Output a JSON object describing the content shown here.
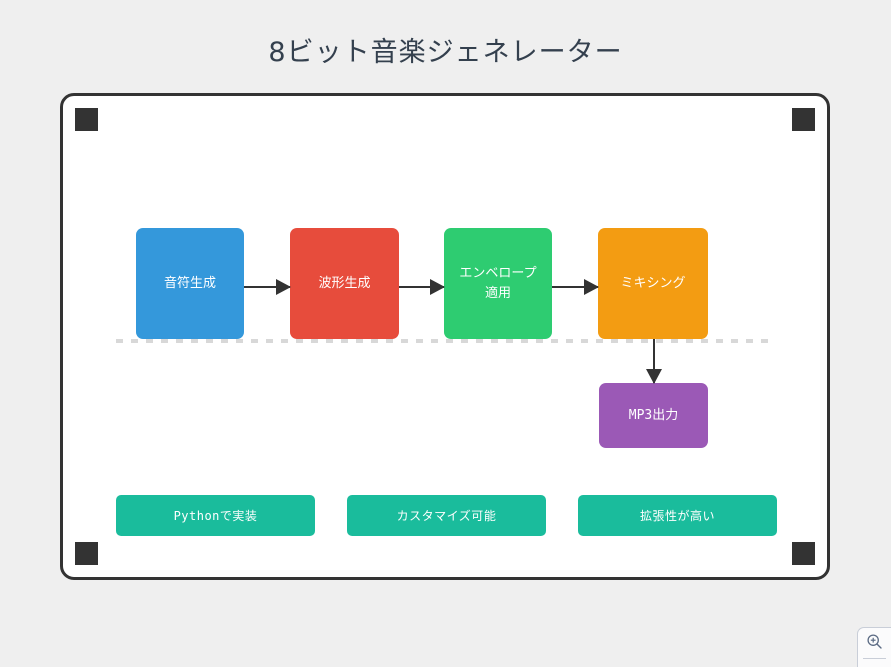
{
  "page": {
    "title": "8ビット音楽ジェネレーター",
    "background_color": "#efefef"
  },
  "diagram": {
    "frame": {
      "border_color": "#333333",
      "background_color": "#ffffff",
      "corner_markers": [
        "corner-marker-top-left",
        "corner-marker-top-right",
        "corner-marker-bottom-left",
        "corner-marker-bottom-right"
      ]
    },
    "baseline": {
      "style": "dotted",
      "color": "#d8d8d8"
    },
    "pipeline": [
      {
        "id": "note-generation",
        "label": "音符生成",
        "color": "#3498db"
      },
      {
        "id": "waveform-generation",
        "label": "波形生成",
        "color": "#e74c3c"
      },
      {
        "id": "envelope-apply",
        "label": "エンベロープ\n適用",
        "color": "#2ecc71"
      },
      {
        "id": "mixing",
        "label": "ミキシング",
        "color": "#f39c12"
      }
    ],
    "output": {
      "id": "mp3-output",
      "label": "MP3出力",
      "color": "#9b59b6"
    },
    "arrows": [
      {
        "from": "note-generation",
        "to": "waveform-generation",
        "direction": "right"
      },
      {
        "from": "waveform-generation",
        "to": "envelope-apply",
        "direction": "right"
      },
      {
        "from": "envelope-apply",
        "to": "mixing",
        "direction": "right"
      },
      {
        "from": "mixing",
        "to": "mp3-output",
        "direction": "down"
      }
    ],
    "features": [
      {
        "id": "feature-python",
        "label": "Pythonで実装",
        "color": "#1abc9c"
      },
      {
        "id": "feature-customizable",
        "label": "カスタマイズ可能",
        "color": "#1abc9c"
      },
      {
        "id": "feature-extensible",
        "label": "拡張性が高い",
        "color": "#1abc9c"
      }
    ]
  },
  "zoom_control": {
    "zoom_in_icon": "magnifier-plus-icon"
  }
}
